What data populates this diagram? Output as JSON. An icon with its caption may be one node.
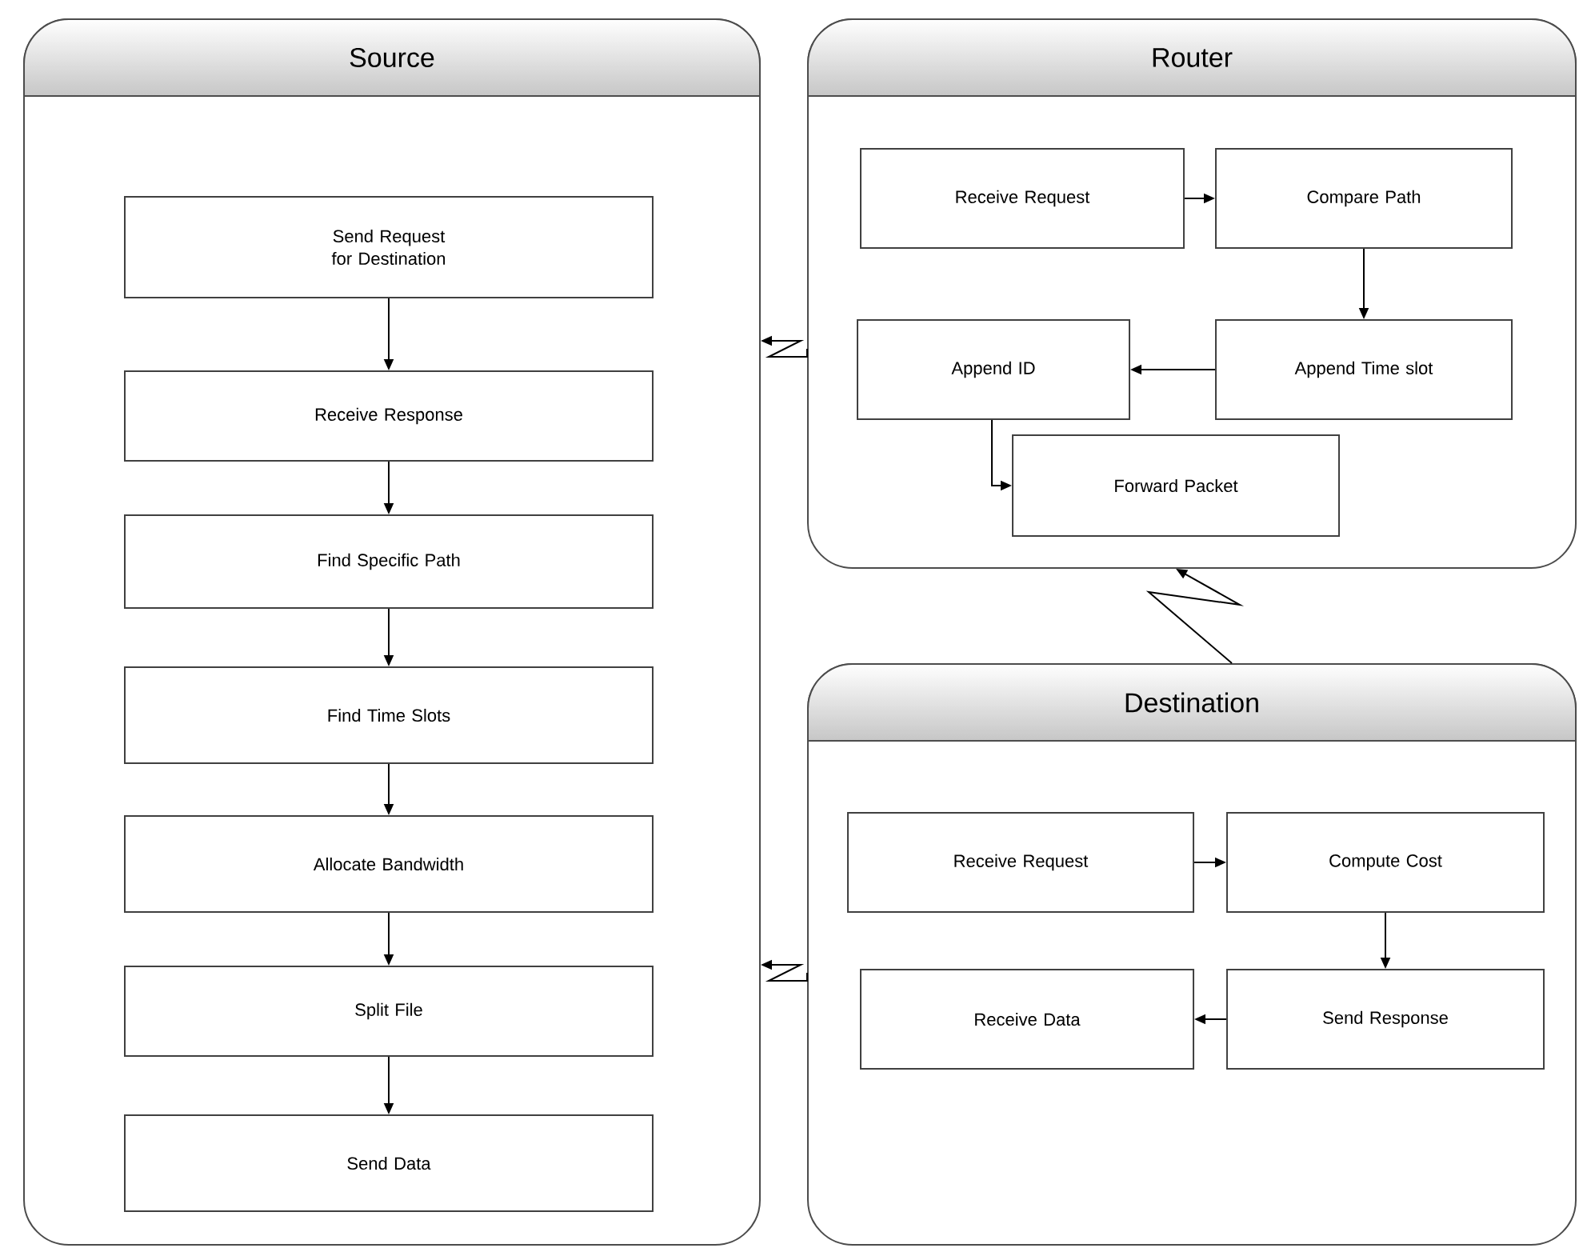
{
  "diagram": {
    "nodes": [
      {
        "text": [
          "Source"
        ]
      },
      {
        "text": [
          "Send Request for Destination"
        ],
        "in": 0
      },
      {
        "text": [
          "Receive Response"
        ],
        "in": 0
      },
      {
        "text": [
          "Find Specific Path"
        ],
        "in": 0
      },
      {
        "text": [
          "Find Time Slots"
        ],
        "in": 0
      },
      {
        "text": [
          "Allocate Bandwidth"
        ],
        "in": 0
      },
      {
        "text": [
          "Split File"
        ],
        "in": 0
      },
      {
        "text": [
          "Send  Data"
        ],
        "in": 0
      },
      {
        "text": [
          "Router"
        ]
      },
      {
        "text": [
          "Receive Request"
        ],
        "in": 8
      },
      {
        "text": [
          "Compare Path"
        ],
        "in": 8
      },
      {
        "text": [
          "Append ID"
        ],
        "in": 8
      },
      {
        "text": [
          "Append Time slot"
        ],
        "in": 8
      },
      {
        "text": [
          "Forward Packet"
        ],
        "in": 8
      },
      {
        "text": [
          "Destination"
        ]
      },
      {
        "text": [
          "Receive Request"
        ],
        "in": 14
      },
      {
        "text": [
          "Compute Cost"
        ],
        "in": 14
      },
      {
        "text": [
          "Receive Data"
        ],
        "in": 14
      },
      {
        "text": [
          "Send Response"
        ],
        "in": 14
      }
    ],
    "edges": [
      {
        "from": 1,
        "to": 2,
        "arrow": "to"
      },
      {
        "from": 2,
        "to": 3,
        "arrow": "to"
      },
      {
        "from": 3,
        "to": 4,
        "arrow": "to"
      },
      {
        "from": 4,
        "to": 5,
        "arrow": "to"
      },
      {
        "from": 5,
        "to": 6,
        "arrow": "to"
      },
      {
        "from": 6,
        "to": 7,
        "arrow": "to"
      },
      {
        "from": 9,
        "to": 10,
        "arrow": "to"
      },
      {
        "from": 10,
        "to": 12,
        "arrow": "to"
      },
      {
        "from": 12,
        "to": 11,
        "arrow": "to"
      },
      {
        "from": 11,
        "to": 13,
        "arrow": "to"
      },
      {
        "from": 15,
        "to": 16,
        "arrow": "to"
      },
      {
        "from": 16,
        "to": 18,
        "arrow": "to"
      },
      {
        "from": 18,
        "to": 17,
        "arrow": "to"
      },
      {
        "from": 8,
        "to": 0,
        "arrow": "to"
      },
      {
        "from": 14,
        "to": 8,
        "arrow": "to"
      },
      {
        "from": 14,
        "to": 0,
        "arrow": "to"
      }
    ]
  }
}
